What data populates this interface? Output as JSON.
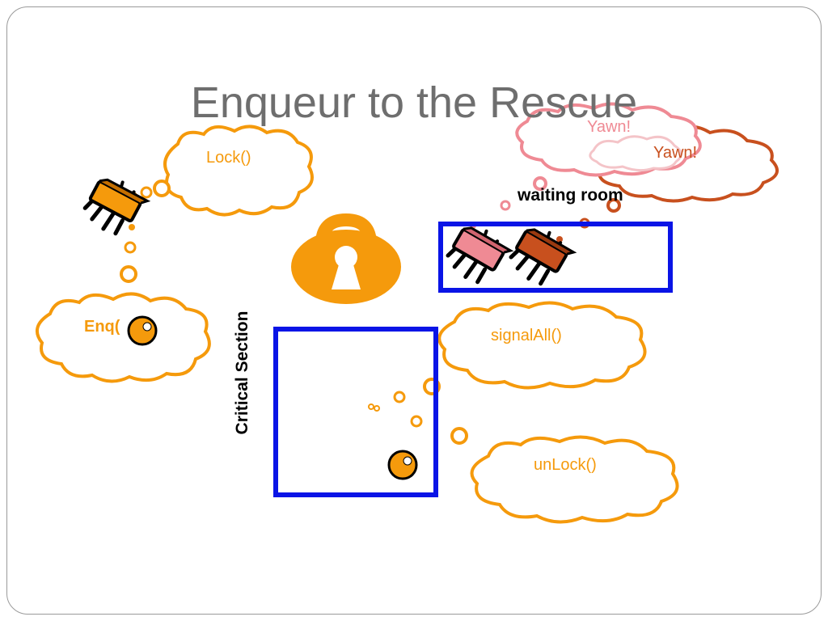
{
  "slide": {
    "title": "Enqueur to the Rescue",
    "critical_section_label": "Critical Section",
    "waiting_room_label": "waiting room"
  },
  "clouds": {
    "lock": "Lock()",
    "enq": "Enq(",
    "signal_all": "signalAll()",
    "unlock": "unLock()",
    "yawn_1": "Yawn!",
    "yawn_2": "Yawn!"
  },
  "colors": {
    "orange": "#f59a0c",
    "pink": "#ef8a94",
    "rust": "#c8501e",
    "blue": "#0a14e6",
    "title_gray": "#6e6e6e"
  },
  "icons": [
    "padlock-icon",
    "bug-icon",
    "speech-cloud-icon"
  ]
}
